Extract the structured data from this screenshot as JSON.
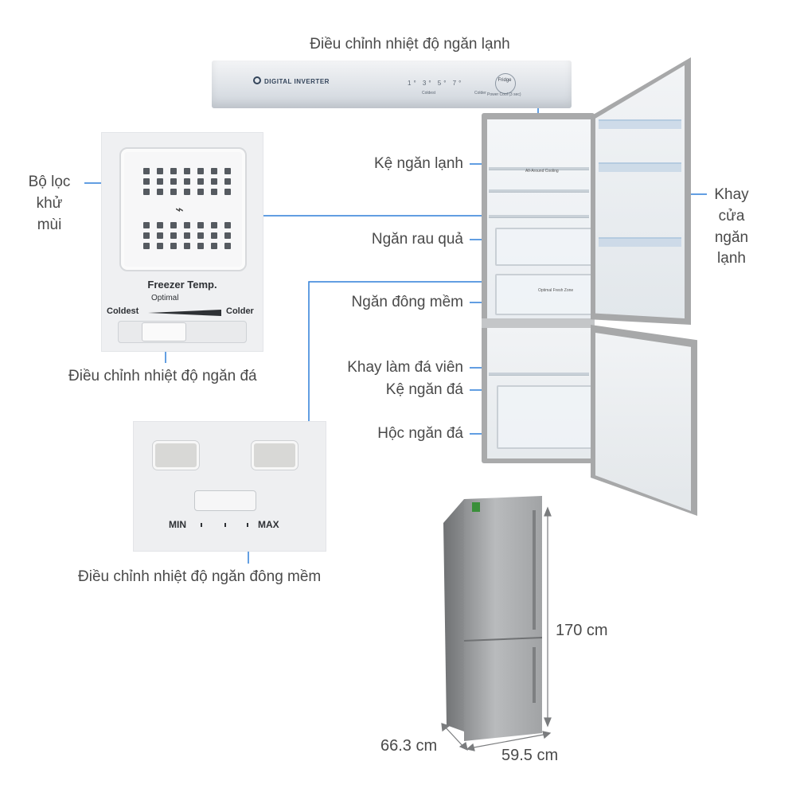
{
  "labels": {
    "fridge_panel": "Điều chỉnh nhiệt độ ngăn lạnh",
    "deodorizer_line1": "Bộ lọc",
    "deodorizer_line2": "khử",
    "deodorizer_line3": "mùi",
    "freezer_control": "Điều chỉnh nhiệt độ ngăn đá",
    "soft_freeze_control": "Điều chỉnh nhiệt độ ngăn đông mềm",
    "fridge_shelf": "Kệ ngăn lạnh",
    "crisper": "Ngăn rau quả",
    "soft_freeze": "Ngăn đông mềm",
    "ice_tray": "Khay làm đá viên",
    "freezer_shelf": "Kệ ngăn đá",
    "freezer_drawer": "Hộc ngăn đá",
    "door_bin_line1": "Khay",
    "door_bin_line2": "cửa",
    "door_bin_line3": "ngăn",
    "door_bin_line4": "lạnh"
  },
  "panel": {
    "brand": "DIGITAL INVERTER",
    "temps": "1° 3° 5° 7°",
    "coldest": "Coldest",
    "colder": "Colder",
    "button": "Fridge",
    "button_sub": "Power Cool (3 sec)"
  },
  "freezer_dial": {
    "title": "Freezer Temp.",
    "optimal": "Optimal",
    "coldest": "Coldest",
    "colder": "Colder"
  },
  "soft_freeze_dial": {
    "min": "MIN",
    "max": "MAX"
  },
  "drawer_text": "Optimal Fresh Zone",
  "shelf_text": "All-Around Cooling",
  "dimensions": {
    "height": "170 cm",
    "depth": "66.3 cm",
    "width": "59.5 cm"
  },
  "colors": {
    "callout_blue": "#2f7fd8",
    "text_gray": "#4a4a4a",
    "steel": "#9a9c9e"
  }
}
